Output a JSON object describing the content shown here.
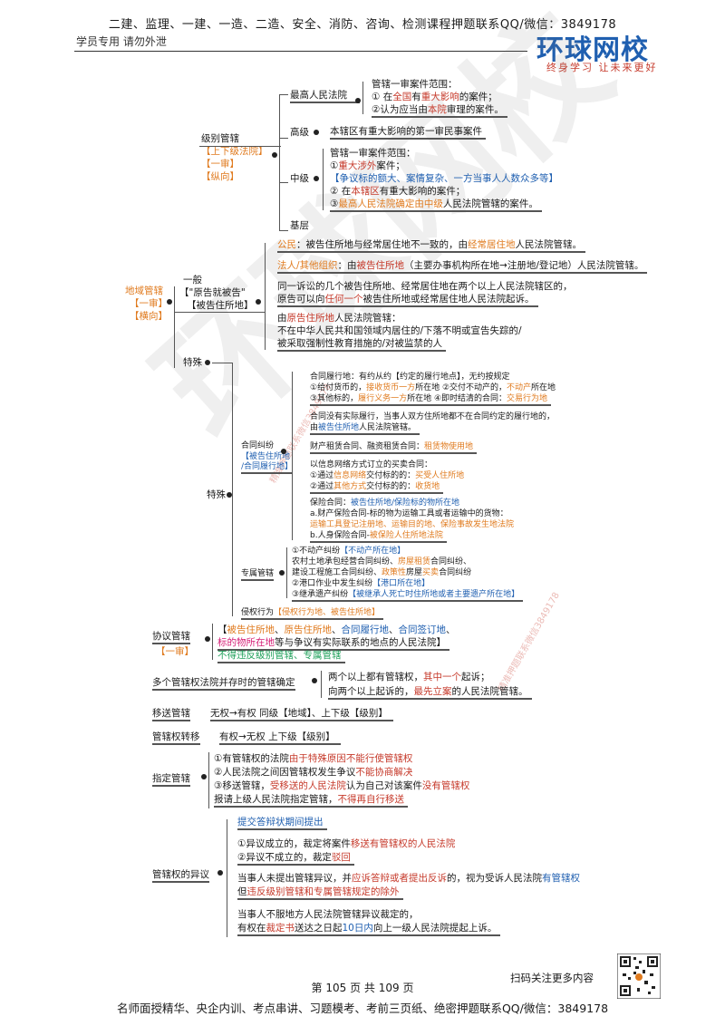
{
  "header": {
    "title": "二建、监理、一建、一造、二造、安全、消防、咨询、检测课程押题联系QQ/微信：3849178",
    "sub": "学员专用 请勿外泄",
    "logo": "环球网校",
    "slogan": "终身学习 让未来更好"
  },
  "level": {
    "title": "级别管辖",
    "tags": [
      "【上下级法院】",
      "【一审】",
      "【纵向】"
    ],
    "supreme": "最高人民法院",
    "supreme_scope": "管辖一审案件范围：",
    "supreme_1a": "① 在",
    "supreme_1b": "全国",
    "supreme_1c": "有",
    "supreme_1d": "重大影响",
    "supreme_1e": "的案件；",
    "supreme_2a": "②认为应当由",
    "supreme_2b": "本院",
    "supreme_2c": "审理的案件。",
    "high": "高级",
    "high_text": "本辖区有重大影响的第一审民事案件",
    "mid": "中级",
    "mid_scope": "管辖一审案件范围：",
    "mid_1a": "①",
    "mid_1b": "重大涉外",
    "mid_1c": "案件；",
    "mid_1d": "【争议标的额大、案情复杂、一方当事人人数众多等】",
    "mid_2a": "② 在",
    "mid_2b": "本辖区",
    "mid_2c": "有重大影响的案件；",
    "mid_3a": "③",
    "mid_3b": "最高人民法院确定由中级",
    "mid_3c": "人民法院管辖的案件。",
    "base": "基层"
  },
  "territorial": {
    "title": "地域管辖",
    "tags": [
      "【一审】",
      "【横向】"
    ],
    "general": "一般",
    "general_tag": "【\"原告就被告\"",
    "general_tag2": "【被告住所地】",
    "g1a": "公民",
    "g1b": "：被告住所地与经常居住地不一致的，由",
    "g1c": "经常居住地",
    "g1d": "人民法院管辖。",
    "g2a": "法人/其他组织",
    "g2b": "：由",
    "g2c": "被告住所地",
    "g2d": "（主要办事机构所在地→注册地/登记地）人民法院管辖。",
    "g3a": "同一诉讼的几个被告住所地、经常居住地在两个以上人民法院辖区的，",
    "g3b": "原告可以向",
    "g3c": "任何一个",
    "g3d": "被告住所地或经常居住地人民法院起诉。",
    "g4a": "由",
    "g4b": "原告住所地",
    "g4c": "人民法院管辖：",
    "g4d": "不在中华人民共和国领域内居住的/下落不明或宣告失踪的/",
    "g4e": "被采取强制性教育措施的/对被监禁的人",
    "special": "特殊",
    "special2": "特殊",
    "contract": "合同纠纷",
    "contract_tag1": "【被告住所地",
    "contract_tag2": "/合同履行地】",
    "c1": "合同履行地：有约从约【约定的履行地点】，无约按规定",
    "c2a": "①给付货币的，",
    "c2b": "接收货币一方",
    "c2c": "所在地  ②交付不动产的，",
    "c2d": "不动产",
    "c2e": "所在地",
    "c3a": "③其他标的，",
    "c3b": "履行义务一方",
    "c3c": "所在地  ④即时结清的合同：",
    "c3d": "交易行为地",
    "c4": "合同没有实际履行，当事人双方住所地都不在合同约定的履行地的，",
    "c5a": "由",
    "c5b": "被告住所地",
    "c5c": "人民法院管辖。",
    "c6a": "财产租赁合同、融资租赁合同：",
    "c6b": "租赁物使用地",
    "c7": "以信息网络方式订立的买卖合同：",
    "c8a": "①通过",
    "c8b": "信息网络",
    "c8c": "交付标的的：",
    "c8d": "买受人住所地",
    "c9a": "②通过",
    "c9b": "其他方式",
    "c9c": "交付标的的：",
    "c9d": "收货地",
    "c10a": "保险合同：",
    "c10b": "被告住所地/保险标的物所在地",
    "c11": "a.财产保险合同-标的物为运输工具或者运输中的货物：",
    "c12": "运输工具登记注册地、运输目的地、保险事故发生地法院",
    "c13a": "b.人身保险合同-",
    "c13b": "被保险人住所地法院",
    "exclusive": "专属管辖",
    "e1a": "①不动产纠纷",
    "e1b": "【不动产所在地】",
    "e2a": "农村土地承包经营合同纠纷、",
    "e2b": "房屋租赁",
    "e2c": "合同纠纷、",
    "e3a": "建设工程施工合同纠纷、",
    "e3b": "政策性",
    "e3c": "房屋",
    "e3d": "买卖",
    "e3e": "合同纠纷",
    "e4a": "②港口作业中发生纠纷",
    "e4b": "【港口所在地】",
    "e5a": "③继承遗产纠纷",
    "e5b": "【被继承人死亡时住所地或者主要遗产所在地】",
    "tort_a": "侵权行为",
    "tort_b": "【侵权行为地、被告住所地】"
  },
  "agreement": {
    "title": "协议管辖",
    "tag": "【一审】",
    "t1a": "【",
    "t1b": "被告住所地",
    "t1c": "、",
    "t1d": "原告住所地",
    "t1e": "、",
    "t1f": "合同履行地",
    "t1g": "、",
    "t1h": "合同签订地",
    "t1i": "、",
    "t2a": "标的物所在地",
    "t2b": "等与争议有实际联系的地点的人民法院】",
    "t3": "不得违反级别管辖、专属管辖"
  },
  "multi": {
    "title": "多个管辖权法院并存时的管辖确定",
    "m1a": "两个以上都有管辖权，",
    "m1b": "其中一个",
    "m1c": "起诉；",
    "m2a": "向两个以上起诉的，",
    "m2b": "最先立案",
    "m2c": "的人民法院管辖。"
  },
  "transfer": {
    "title": "移送管辖",
    "text": "无权→有权  同级【地域】、上下级【级别】"
  },
  "shift": {
    "title": "管辖权转移",
    "text": "有权→无权  上下级【级别】"
  },
  "designated": {
    "title": "指定管辖",
    "d1a": "①有管辖权的法院",
    "d1b": "由于特殊原因不能行使管辖权",
    "d2a": "②人民法院之间因管辖权发生争议",
    "d2b": "不能协商解决",
    "d3a": "③移送管辖，",
    "d3b": "受移送的人民法院",
    "d3c": "认为自己对该案件",
    "d3d": "没有管辖权",
    "d4a": "报请上级人民法院指定管辖，",
    "d4b": "不得再自行移送"
  },
  "objection": {
    "title": "管辖权的异议",
    "o1": "提交答辩状期间提出",
    "o2a": "①异议成立的，裁定将案件",
    "o2b": "移送有管辖权的人民法院",
    "o3a": "②异议不成立的，裁定",
    "o3b": "驳回",
    "o4a": "当事人未提出管辖异议，并",
    "o4b": "应诉答辩或者提出反诉",
    "o4c": "的，视为受诉人民法院",
    "o4d": "有管辖权",
    "o5a": "但",
    "o5b": "违反级别管辖和专属管辖规定的除外",
    "o6": "当事人不服地方人民法院管辖异议裁定的，",
    "o7a": "有权在",
    "o7b": "裁定书",
    "o7c": "送达之日起",
    "o7d": "10日内",
    "o7e": "向上一级人民法院提起上诉。"
  },
  "watermark": {
    "big": "环球网校",
    "small": "精准押题联系微信3849178"
  },
  "footer": {
    "page_a": "第",
    "page_num": "105",
    "page_b": "页  共",
    "page_total": "109",
    "page_c": "页",
    "qr_text": "扫码关注更多内容",
    "bottom": "名师面授精华、央企内训、考点串讲、习题模考、考前三页纸、绝密押题联系QQ/微信：3849178"
  }
}
